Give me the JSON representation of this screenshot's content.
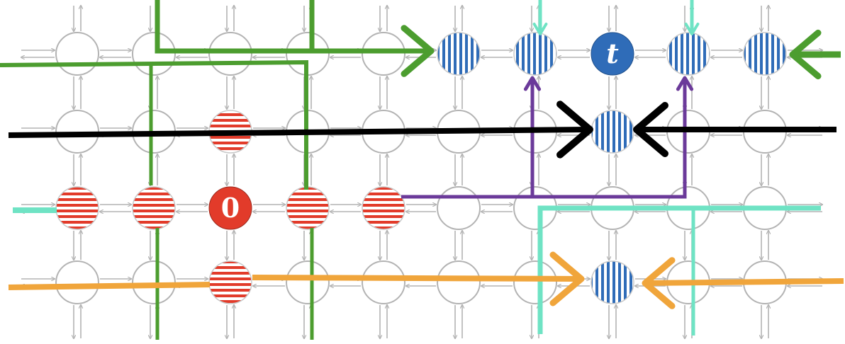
{
  "colors": {
    "node_stroke": "#b3b3b3",
    "grid_arrow": "#b3b3b3",
    "red": "#e23b2a",
    "blue": "#2f6cb8",
    "green": "#4c9d2f",
    "mint": "#6fe3c4",
    "purple": "#6b3a9a",
    "orange": "#f0a53b",
    "black": "#000000"
  },
  "grid": {
    "rows": 4,
    "cols": 10
  },
  "source_node": {
    "label": "0",
    "row": 2,
    "col": 2
  },
  "target_node": {
    "label": "t",
    "row": 0,
    "col": 7
  },
  "red_striped_nodes": [
    [
      1,
      2
    ],
    [
      2,
      0
    ],
    [
      2,
      1
    ],
    [
      2,
      3
    ],
    [
      2,
      4
    ],
    [
      3,
      2
    ]
  ],
  "blue_striped_nodes": [
    [
      0,
      5
    ],
    [
      0,
      6
    ],
    [
      0,
      8
    ],
    [
      0,
      9
    ],
    [
      1,
      7
    ],
    [
      3,
      7
    ]
  ]
}
